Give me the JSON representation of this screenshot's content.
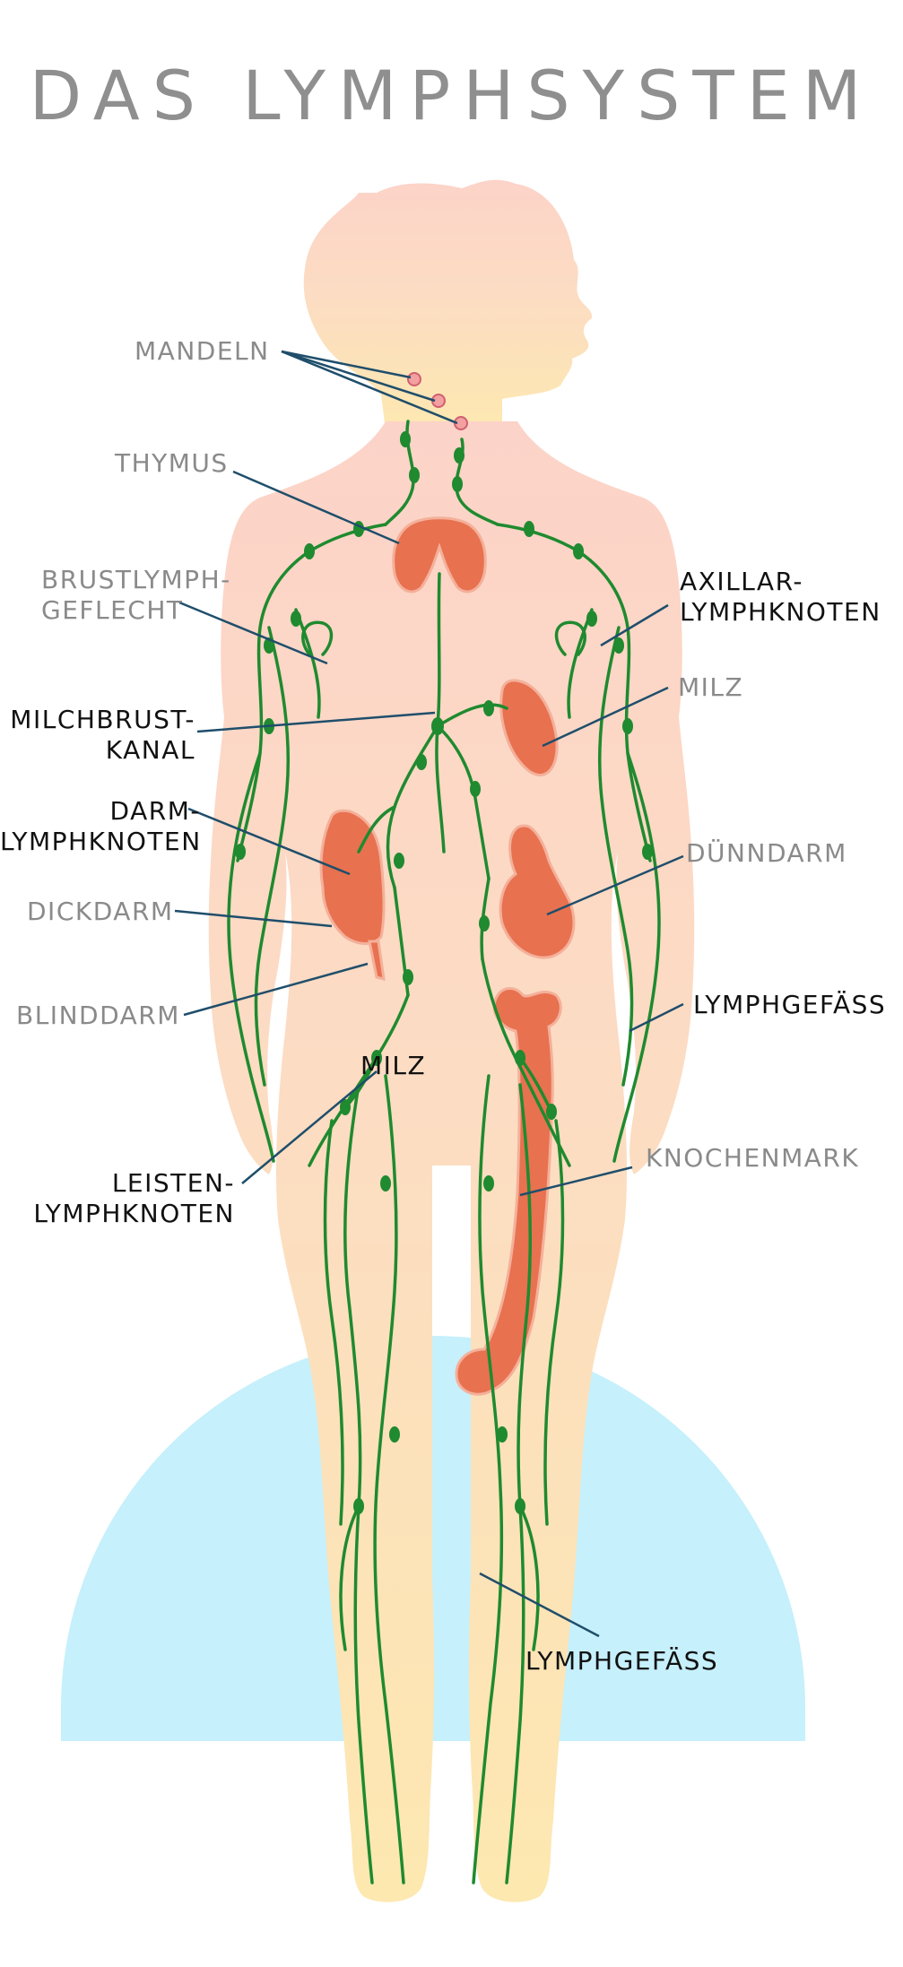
{
  "title": "DAS LYMPHSYSTEM",
  "labels": {
    "mandeln": "MANDELN",
    "thymus": "THYMUS",
    "brustlymph_1": "BRUSTLYMPH-",
    "brustlymph_2": "GEFLECHT",
    "milchbrust_1": "MILCHBRUST-",
    "milchbrust_2": "KANAL",
    "darm_1": "DARM-",
    "darm_2": "LYMPHKNOTEN",
    "dickdarm": "DICKDARM",
    "blinddarm": "BLINDDARM",
    "milz_leiste": "MILZ",
    "leisten_1": "LEISTEN-",
    "leisten_2": "LYMPHKNOTEN",
    "axillar_1": "AXILLAR-",
    "axillar_2": "LYMPHKNOTEN",
    "milz": "MILZ",
    "duenndarm": "DÜNNDARM",
    "lymphgefaess_arm": "LYMPHGEFÄSS",
    "knochenmark": "KNOCHENMARK",
    "lymphgefaess_bein": "LYMPHGEFÄSS"
  },
  "colors": {
    "title": "#8f8f8f",
    "label_grey": "#8a8a8a",
    "label_dark": "#111111",
    "leader_line": "#1f4e6b",
    "body_top": "#fcd6c7",
    "body_bottom": "#fde7b2",
    "lymph_vessel": "#1f8a2f",
    "organ": "#e8714f",
    "background_arc": "#c5f0fb"
  }
}
